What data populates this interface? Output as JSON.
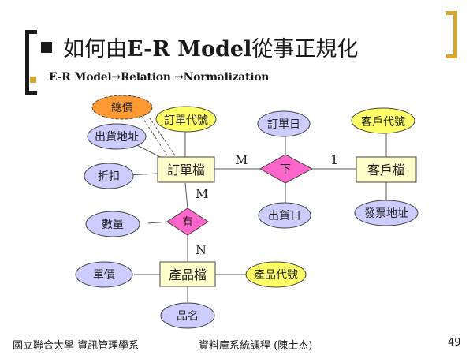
{
  "slide": {
    "title_prefix": "如何由",
    "title_em": "E-R Model",
    "title_suffix": "從事正規化",
    "subtitle": "E-R Model→Relation →Normalization"
  },
  "diagram": {
    "entities": {
      "order": "訂單檔",
      "customer": "客戶檔",
      "product": "產品檔"
    },
    "relationships": {
      "place": "下",
      "has": "有"
    },
    "attributes": {
      "total_price": "總價",
      "order_no": "訂單代號",
      "ship_address": "出貨地址",
      "discount": "折扣",
      "order_date": "訂單日",
      "ship_date": "出貨日",
      "customer_no": "客戶代號",
      "invoice_address": "發票地址",
      "quantity": "數量",
      "unit_price": "單價",
      "product_no": "產品代號",
      "product_name": "品名"
    },
    "cardinality": {
      "order_place": "M",
      "customer_place": "1",
      "order_has": "M",
      "product_has": "N"
    }
  },
  "colors": {
    "entity_fill": "#ffffcc",
    "key_attr_fill": "#ffff66",
    "attr_fill": "#ccccff",
    "derived_fill": "#ff9933",
    "relationship_fill": "#ff66cc",
    "title_bracket": "#1a1a1a",
    "accent_bracket": "#d6a62e"
  },
  "footer": {
    "left": "國立聯合大學 資訊管理學系",
    "center": "資料庫系統課程 (陳士杰)",
    "page": "49"
  }
}
